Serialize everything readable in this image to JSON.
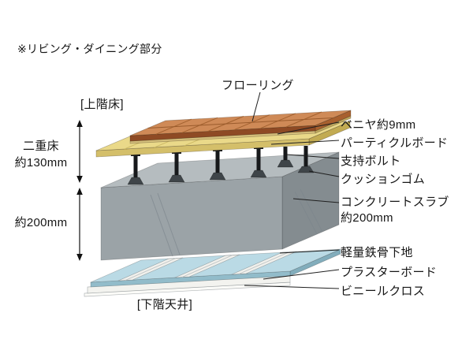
{
  "note": "※リビング・ダイニング部分",
  "floor_label": "[上階床]",
  "ceiling_label": "[下階天井]",
  "parts": {
    "flooring": "フローリング",
    "veneer": "ベニヤ約9mm",
    "particle_board": "パーティクルボード",
    "support_bolt": "支持ボルト",
    "cushion_rubber": "クッションゴム",
    "concrete_slab": "コンクリートスラブ",
    "concrete_slab_size": "約200mm",
    "steel_base": "軽量鉄骨下地",
    "plaster_board": "プラスターボード",
    "vinyl_cloth": "ビニールクロス"
  },
  "dimensions": {
    "double_floor_name": "二重床",
    "double_floor_size": "約130mm",
    "slab_size": "約200mm"
  },
  "colors": {
    "flooring_top": "#cf8a57",
    "flooring_front": "#8e4a24",
    "flooring_side": "#a8602e",
    "plywood": "#d3bd7a",
    "plywood_side": "#c0a95f",
    "particle_top": "#ead989",
    "particle_front": "#d4bf6a",
    "particle_side": "#c2ab52",
    "bolt": "#17191b",
    "rubber": "#3f4549",
    "concrete_top": "#b5bcbf",
    "concrete_front": "#9ba3a7",
    "concrete_side": "#848c90",
    "ceiling_top": "#badae5",
    "ceiling_front": "#92bcca",
    "ceiling_side": "#82adbc",
    "channel_fill": "#f1f1ed",
    "board_front": "#f3f3ef",
    "vinyl_front": "#fbfbf8"
  }
}
